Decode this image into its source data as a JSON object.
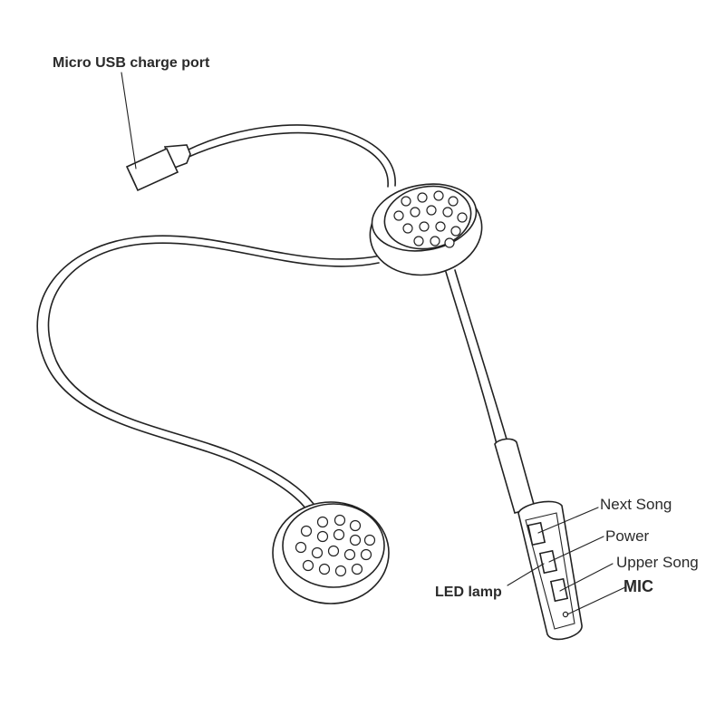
{
  "labels": {
    "usb_port": "Micro USB charge port",
    "next_song": "Next Song",
    "power": "Power",
    "upper_song": "Upper Song",
    "mic": "MIC",
    "led_lamp": "LED lamp"
  }
}
